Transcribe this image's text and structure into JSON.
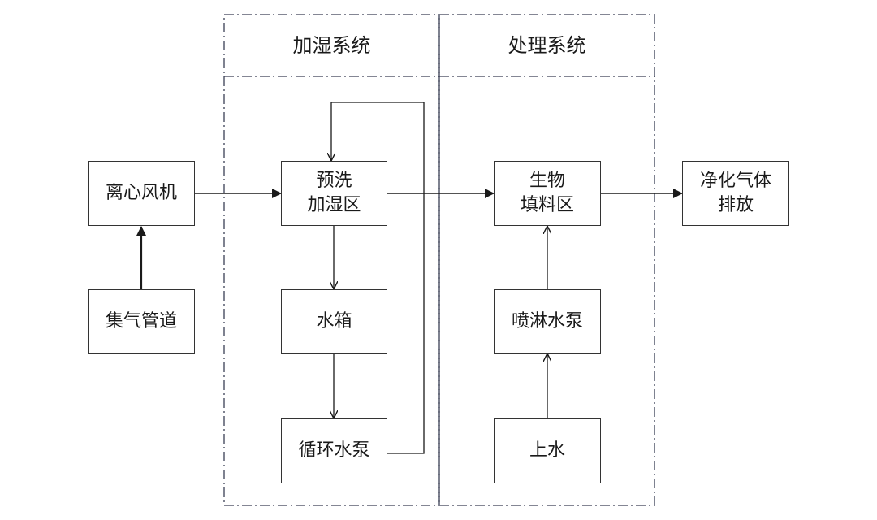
{
  "sections": {
    "humidify": {
      "title": "加湿系统"
    },
    "treatment": {
      "title": "处理系统"
    }
  },
  "nodes": {
    "fan": {
      "lines": [
        "离心风机"
      ]
    },
    "gas_collection": {
      "lines": [
        "集气管道"
      ]
    },
    "prewash": {
      "lines": [
        "预洗",
        "加湿区"
      ]
    },
    "water_tank": {
      "lines": [
        "水箱"
      ]
    },
    "circulation_pump": {
      "lines": [
        "循环水泵"
      ]
    },
    "biofilter": {
      "lines": [
        "生物",
        "填料区"
      ]
    },
    "spray_pump": {
      "lines": [
        "喷淋水泵"
      ]
    },
    "water_inlet": {
      "lines": [
        "上水"
      ]
    },
    "discharge": {
      "lines": [
        "净化气体",
        "排放"
      ]
    }
  },
  "colors": {
    "line": "#1a1a1a",
    "box_border": "#333333",
    "dashed_frame": "#3a3f55"
  }
}
